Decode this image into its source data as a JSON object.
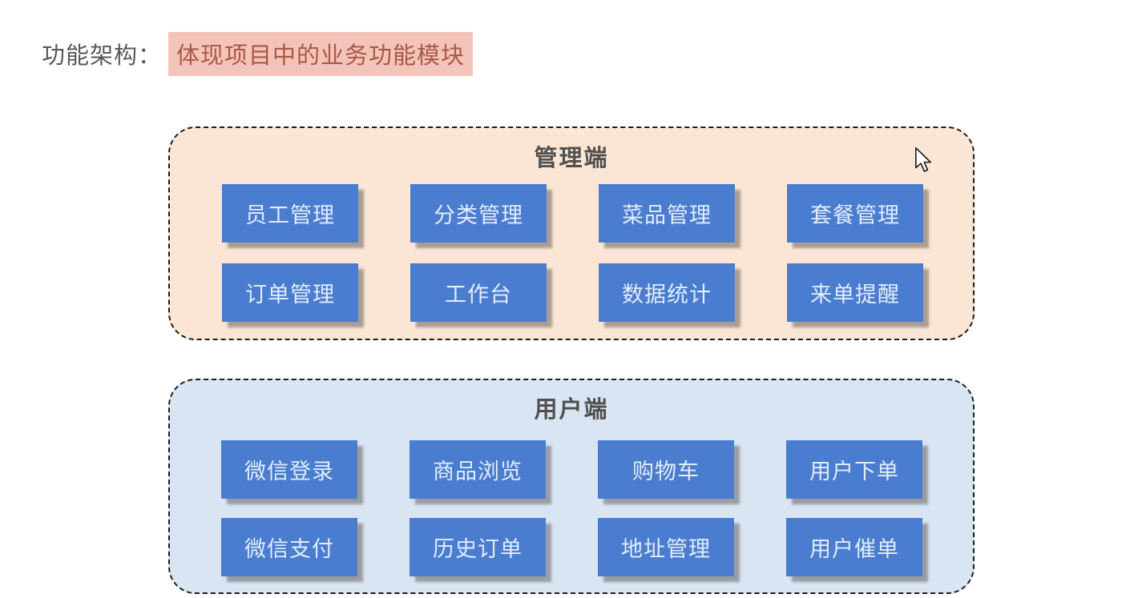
{
  "headline": {
    "label": "功能架构：",
    "highlight": "体现项目中的业务功能模块"
  },
  "admin_panel": {
    "title": "管理端",
    "modules": [
      "员工管理",
      "分类管理",
      "菜品管理",
      "套餐管理",
      "订单管理",
      "工作台",
      "数据统计",
      "来单提醒"
    ]
  },
  "user_panel": {
    "title": "用户端",
    "modules": [
      "微信登录",
      "商品浏览",
      "购物车",
      "用户下单",
      "微信支付",
      "历史订单",
      "地址管理",
      "用户催单"
    ]
  },
  "cursor": {
    "icon": "arrow-pointer-icon"
  },
  "colors": {
    "headline_text": "#595959",
    "highlight_bg": "#F4C3B9",
    "highlight_text": "#A85A48",
    "admin_panel_bg": "#FBE6D5",
    "user_panel_bg": "#D9E5F3",
    "panel_border": "#1C1C1C",
    "module_bg": "#4A7DCF",
    "module_text": "#E2ECFA",
    "panel_title_text": "#505050"
  }
}
